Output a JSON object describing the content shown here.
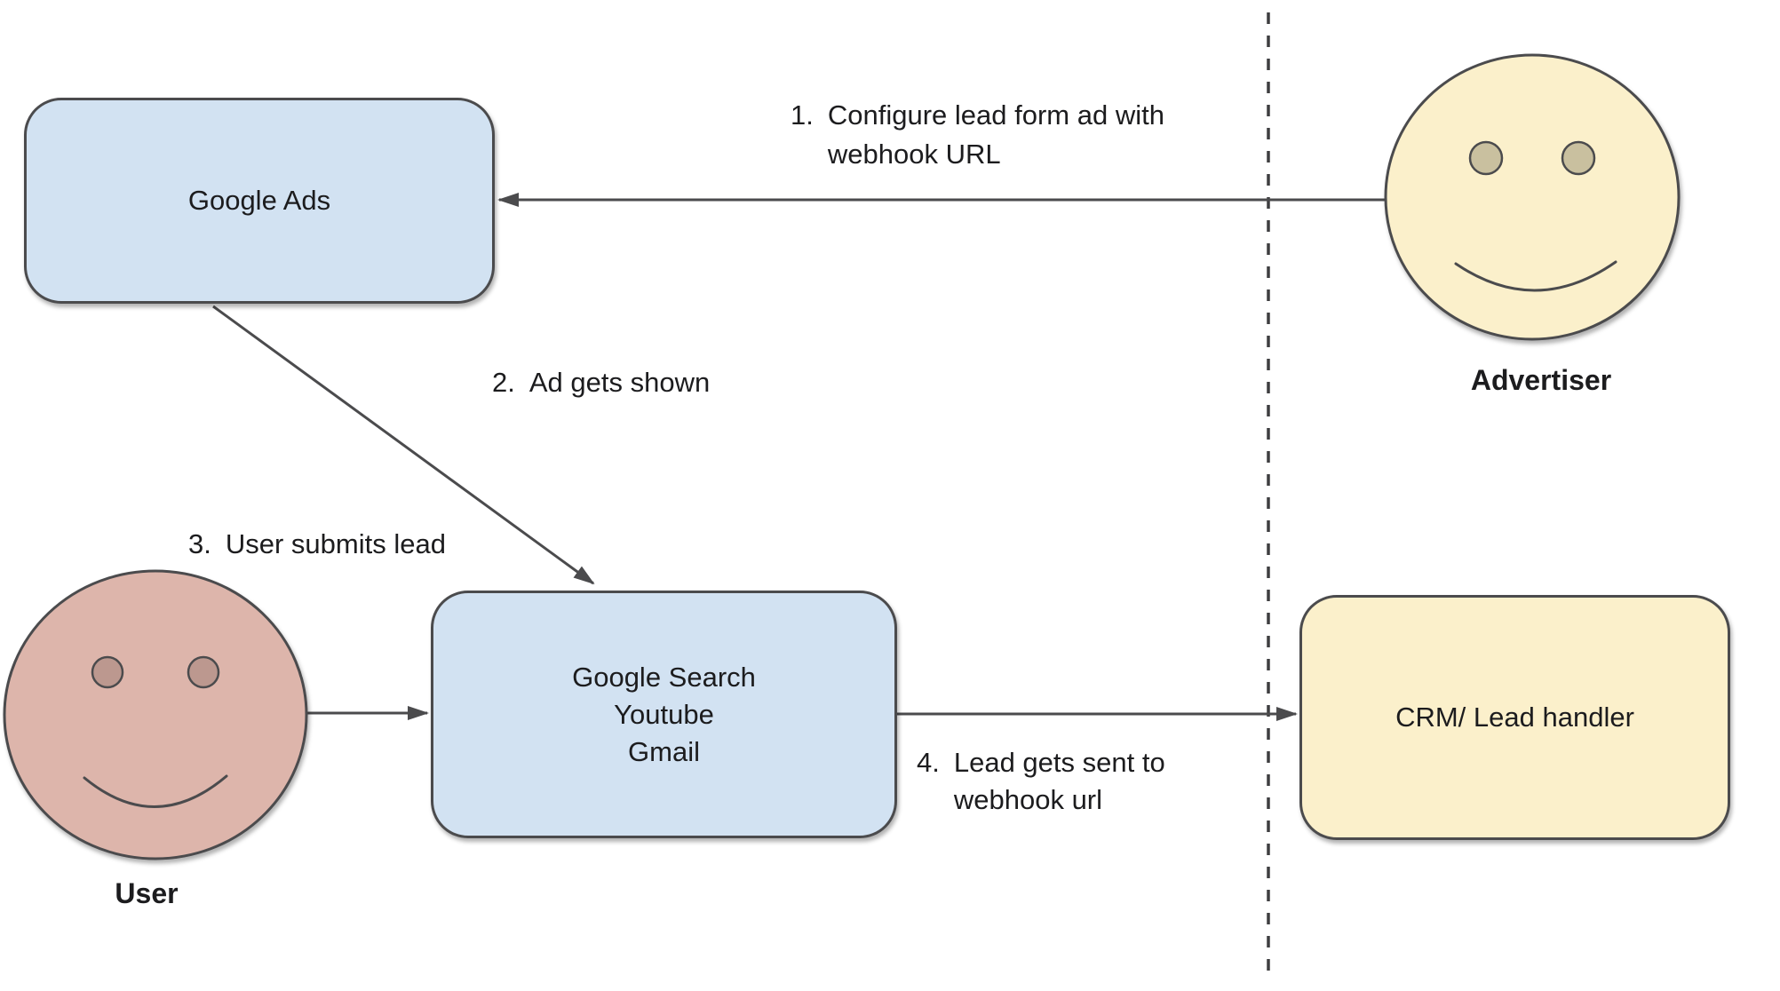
{
  "diagram": {
    "title_hint": "Google Ads lead form webhook flow",
    "nodes": {
      "google_ads": {
        "label": "Google Ads"
      },
      "google_properties": {
        "lines": [
          "Google Search",
          "Youtube",
          "Gmail"
        ]
      },
      "crm": {
        "label": "CRM/ Lead handler"
      }
    },
    "actors": {
      "advertiser": {
        "label": "Advertiser"
      },
      "user": {
        "label": "User"
      }
    },
    "steps": [
      {
        "number": "1.",
        "lines": [
          "Configure lead form ad with",
          "webhook URL"
        ]
      },
      {
        "number": "2.",
        "lines": [
          "Ad gets shown"
        ]
      },
      {
        "number": "3.",
        "lines": [
          "User submits lead"
        ]
      },
      {
        "number": "4.",
        "lines": [
          "Lead gets sent to",
          "webhook url"
        ]
      }
    ],
    "colors": {
      "node_blue_fill": "#d2e2f2",
      "node_yellow_fill": "#fbf0cb",
      "user_face_fill": "#ddb5ab",
      "user_eye_fill": "#bc988f",
      "advertiser_face_fill": "#fbf0cb",
      "advertiser_eye_fill": "#c9c09f",
      "stroke": "#4b4b4d",
      "divider": "#3e3e40",
      "text": "#1c1c1e"
    }
  }
}
